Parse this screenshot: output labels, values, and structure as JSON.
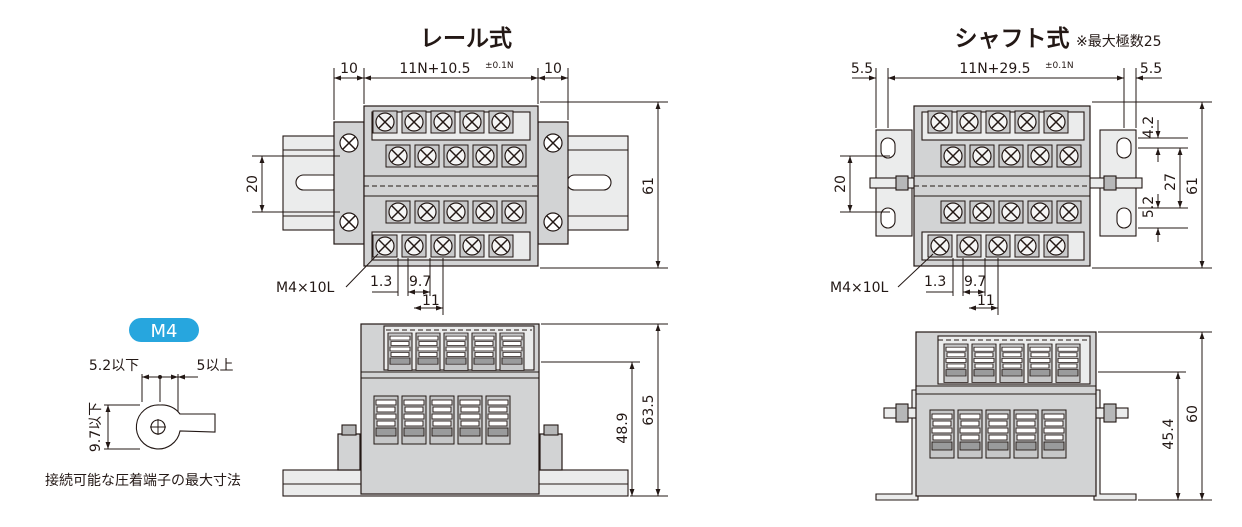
{
  "rail": {
    "title": "レール式",
    "dim_left": "10",
    "dim_right": "10",
    "dim_top_main": "11N+10.5",
    "dim_top_tol": "±0.1N",
    "dim_height": "61",
    "dim_slot": "20",
    "screw_label": "M4×10L",
    "dim_a": "1.3",
    "dim_b": "9.7",
    "dim_pitch": "11",
    "side_h1": "48.9",
    "side_h2": "63.5"
  },
  "shaft": {
    "title": "シャフト式",
    "note": "※最大極数25",
    "dim_left": "5.5",
    "dim_right": "5.5",
    "dim_top_main": "11N+29.5",
    "dim_top_tol": "±0.1N",
    "dim_height": "61",
    "dim_slot": "20",
    "dim_r1": "4.2",
    "dim_r2": "27",
    "dim_r3": "5.2",
    "screw_label": "M4×10L",
    "dim_a": "1.3",
    "dim_b": "9.7",
    "dim_pitch": "11",
    "side_h1": "45.4",
    "side_h2": "60"
  },
  "terminal": {
    "badge": "M4",
    "dim_width": "5.2以下",
    "dim_tab": "5以上",
    "dim_height": "9.7以下",
    "caption": "接続可能な圧着端子の最大寸法"
  }
}
